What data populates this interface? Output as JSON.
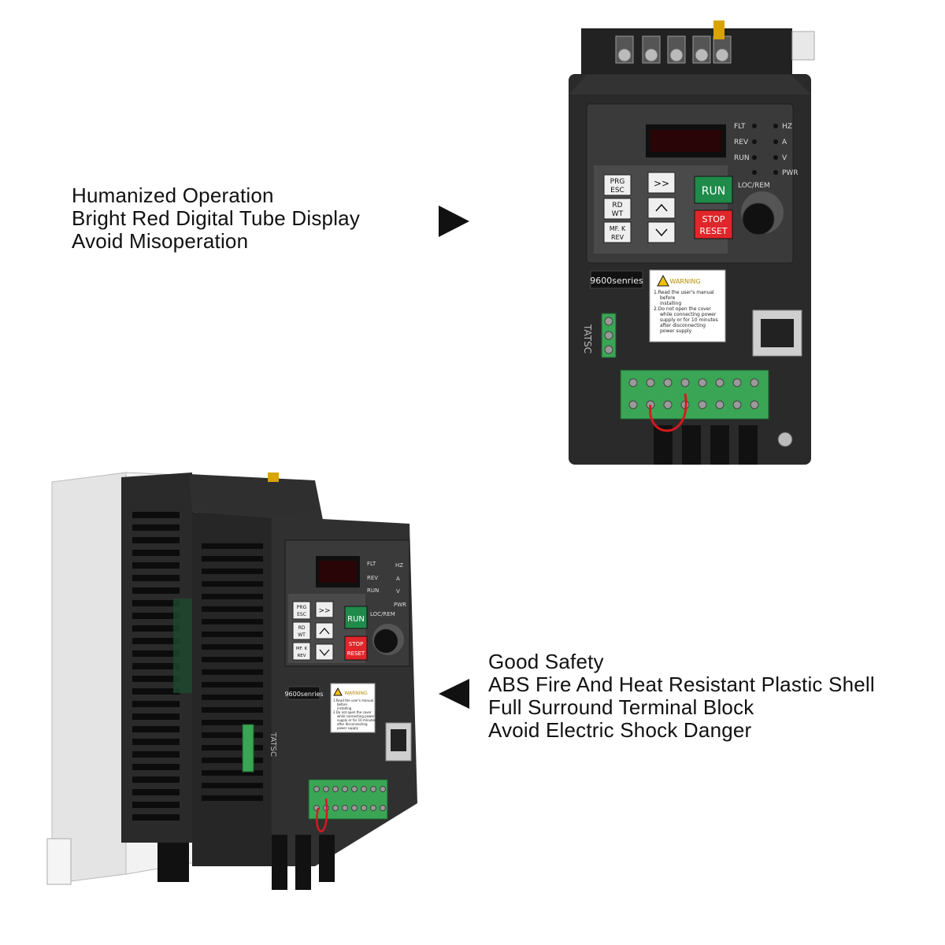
{
  "feature_top": {
    "lines": [
      "Humanized Operation",
      "Bright Red Digital Tube Display",
      "Avoid Misoperation"
    ]
  },
  "feature_bottom": {
    "lines": [
      "Good Safety",
      "ABS Fire And Heat Resistant Plastic Shell",
      "Full Surround Terminal Block",
      "Avoid Electric Shock Danger"
    ]
  },
  "panel": {
    "indicators_left": [
      "FLT",
      "REV",
      "RUN"
    ],
    "indicators_right": [
      "HZ",
      "A",
      "V",
      "PWR"
    ],
    "btn_prg": "PRG",
    "btn_esc": "ESC",
    "btn_rd": "RD",
    "btn_wt": "WT",
    "btn_mfk": "MF. K",
    "btn_rev": "REV",
    "btn_shift": ">>",
    "btn_run": "RUN",
    "btn_stop": "STOP",
    "btn_reset": "RESET",
    "loc_rem": "LOC/REM"
  },
  "series_label": "9600senries",
  "warning": {
    "title": "WARNING",
    "lines": [
      "1.Read the user's manual",
      "before",
      "installing",
      "2.Do not open the cover",
      "while connecting power",
      "supply or for 10 minutes",
      "after disconnecting",
      "power supply"
    ]
  },
  "side_marking": "TATSC",
  "colors": {
    "body": "#2a2a2a",
    "panel": "#3a3a3a",
    "run_button": "#1f8a4a",
    "stop_button": "#e0262a",
    "terminal_green": "#3aa655",
    "display_red": "#c0101a",
    "heatsink": "#e4e4e4"
  }
}
